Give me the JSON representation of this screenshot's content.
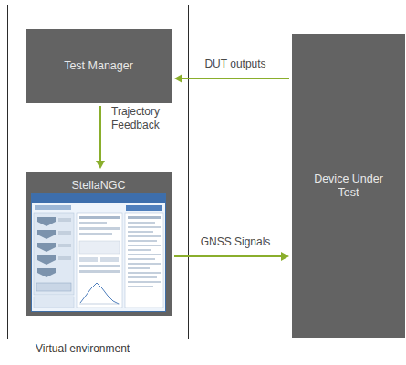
{
  "diagram": {
    "nodes": [
      {
        "text": [
          "Virtual environment"
        ]
      },
      {
        "text": [
          "Test Manager"
        ],
        "in": 0
      },
      {
        "text": [
          "StellaNGC"
        ],
        "in": 0
      },
      {
        "text": [
          "Device Under Test"
        ]
      }
    ],
    "edges": [
      {
        "from": 3,
        "to": 1,
        "label": "DUT outputs",
        "arrow": "to"
      },
      {
        "from": 1,
        "to": 2,
        "label": "Trajectory Feedback",
        "arrow": "to"
      },
      {
        "from": 2,
        "to": 3,
        "label": "GNSS Signals",
        "arrow": "to"
      }
    ]
  }
}
